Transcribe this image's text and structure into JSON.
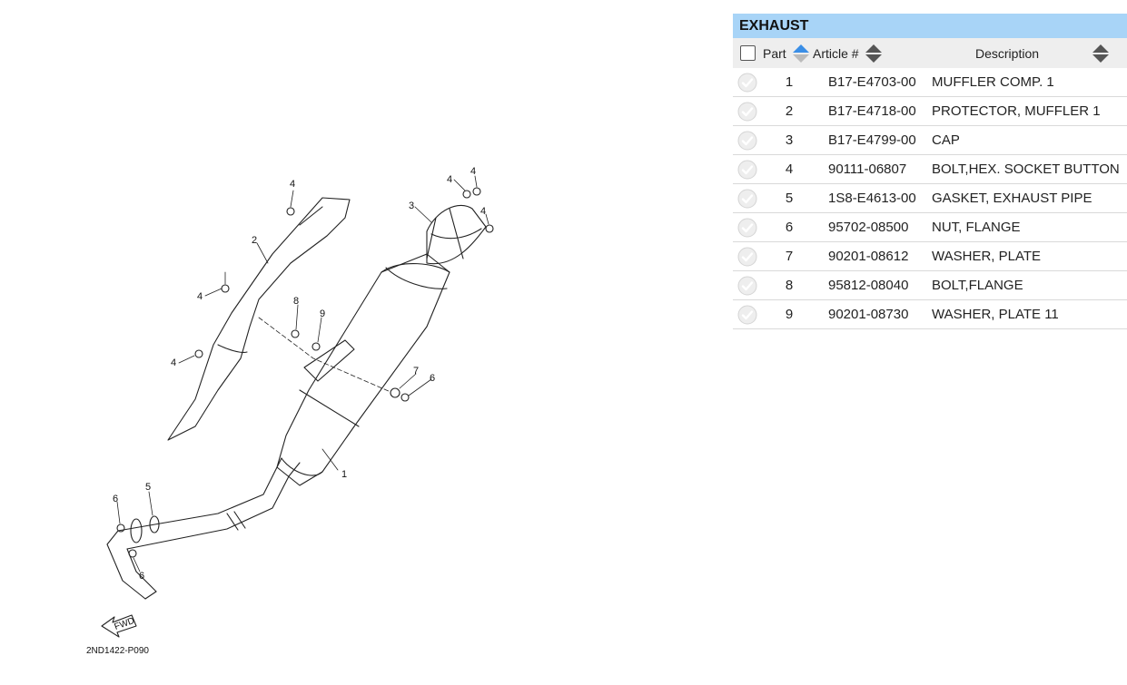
{
  "diagram": {
    "code": "2ND1422-P090",
    "fwd_label": "FWD",
    "callouts": [
      "1",
      "2",
      "3",
      "4",
      "4",
      "4",
      "4",
      "4",
      "4",
      "5",
      "6",
      "6",
      "6",
      "7",
      "8",
      "9"
    ]
  },
  "table": {
    "title": "EXHAUST",
    "headers": {
      "part": "Part",
      "article": "Article #",
      "description": "Description"
    },
    "rows": [
      {
        "part": "1",
        "article": "B17-E4703-00",
        "description": "MUFFLER COMP. 1"
      },
      {
        "part": "2",
        "article": "B17-E4718-00",
        "description": "PROTECTOR, MUFFLER 1"
      },
      {
        "part": "3",
        "article": "B17-E4799-00",
        "description": "CAP"
      },
      {
        "part": "4",
        "article": "90111-06807",
        "description": "BOLT,HEX. SOCKET BUTTON"
      },
      {
        "part": "5",
        "article": "1S8-E4613-00",
        "description": "GASKET, EXHAUST PIPE"
      },
      {
        "part": "6",
        "article": "95702-08500",
        "description": "NUT, FLANGE"
      },
      {
        "part": "7",
        "article": "90201-08612",
        "description": "WASHER, PLATE"
      },
      {
        "part": "8",
        "article": "95812-08040",
        "description": "BOLT,FLANGE"
      },
      {
        "part": "9",
        "article": "90201-08730",
        "description": "WASHER, PLATE 11"
      }
    ]
  },
  "colors": {
    "title_bg": "#a8d4f7",
    "header_bg": "#eeeeee",
    "sort_active": "#3a8ee6",
    "sort_inactive": "#555555"
  }
}
